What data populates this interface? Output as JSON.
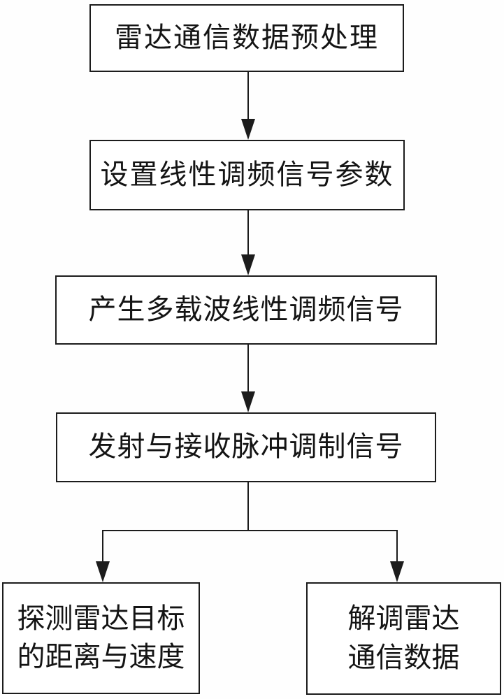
{
  "diagram": {
    "type": "flowchart",
    "colors": {
      "background": "#ffffff",
      "line": "#1c1c1c",
      "text": "#141414"
    },
    "nodes": [
      {
        "id": "radar-comm-data-preprocessing",
        "lines": [
          "雷达通信数据预处理"
        ]
      },
      {
        "id": "set-lfm-signal-parameters",
        "lines": [
          "设置线性调频信号参数"
        ]
      },
      {
        "id": "generate-multicarrier-lfm-signal",
        "lines": [
          "产生多载波线性调频信号"
        ]
      },
      {
        "id": "transmit-receive-pulse-mod-signal",
        "lines": [
          "发射与接收脉冲调制信号"
        ]
      },
      {
        "id": "detect-target-range-and-velocity",
        "lines": [
          "探测雷达目标",
          "的距离与速度"
        ]
      },
      {
        "id": "demodulate-radar-comm-data",
        "lines": [
          "解调雷达",
          "通信数据"
        ]
      }
    ],
    "edges": [
      {
        "from": 0,
        "to": 1
      },
      {
        "from": 1,
        "to": 2
      },
      {
        "from": 2,
        "to": 3
      },
      {
        "from": 3,
        "to": 4
      },
      {
        "from": 3,
        "to": 5
      }
    ]
  }
}
